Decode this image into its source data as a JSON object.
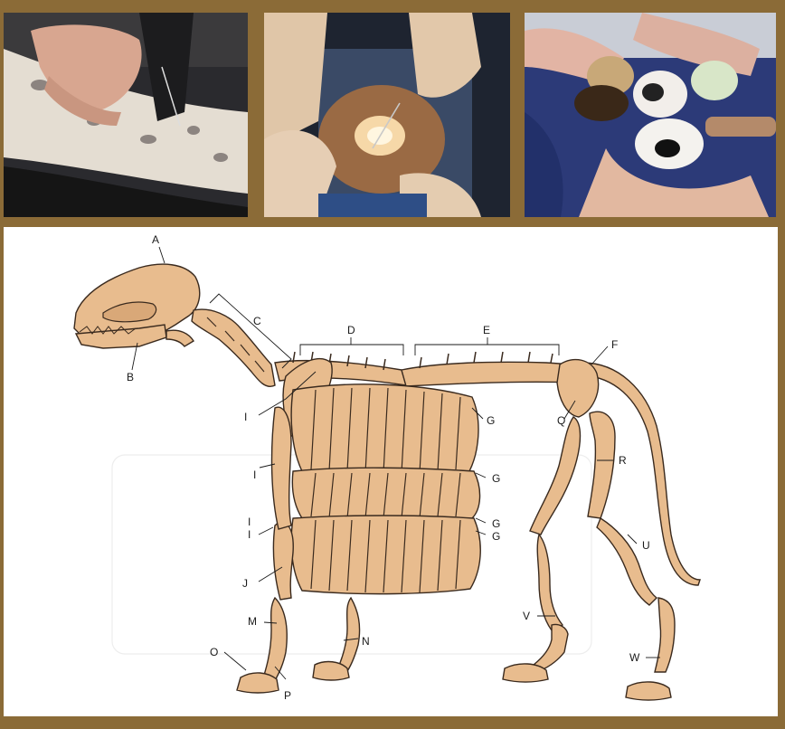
{
  "photos": [
    {
      "icon": "photo-hands-on-dog-icon"
    },
    {
      "icon": "photo-surgical-incision-icon"
    },
    {
      "icon": "photo-newborn-puppies-icon"
    }
  ],
  "skeleton": {
    "icon": "dog-skeleton-icon",
    "labels": {
      "A": "A",
      "B": "B",
      "C": "C",
      "D": "D",
      "E": "E",
      "F": "F",
      "G": "G",
      "I": "I",
      "J": "J",
      "M": "M",
      "N": "N",
      "O": "O",
      "P": "P",
      "Q": "Q",
      "R": "R",
      "U": "U",
      "V": "V",
      "W": "W"
    }
  },
  "colors": {
    "frame": "#8b6b37",
    "bone": "#e8bc8e",
    "outline": "#3a2a1e"
  }
}
